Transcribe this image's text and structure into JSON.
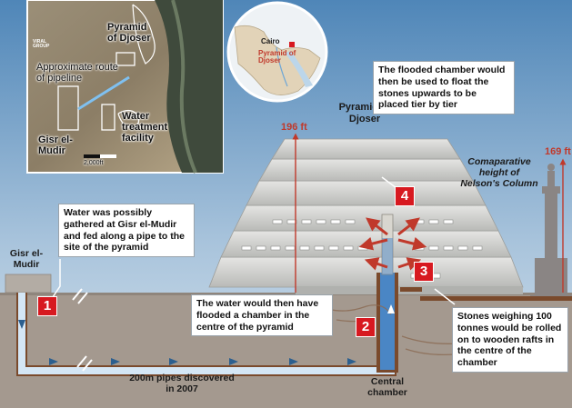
{
  "map": {
    "pyramid_label": "Pyramid of Djoser",
    "pipeline_label": "Approximate route of pipeline",
    "gisr_label": "Gisr el-Mudir",
    "water_label": "Water treatment facility",
    "scale_label": "2,000ft",
    "watermark": "VIRAL GROUP"
  },
  "locator": {
    "cairo_label": "Cairo",
    "pyramid_label": "Pyramid of Djoser"
  },
  "diagram": {
    "pyramid_title": "Pyramid of Djoser",
    "height_pyramid": "196 ft",
    "height_column": "169 ft",
    "column_label": "Comaparative height of Nelson's Column",
    "gisr_label": "Gisr el-Mudir",
    "pipes_label": "200m pipes discovered in 2007",
    "central_label": "Central chamber"
  },
  "callouts": {
    "c1": "Water was possibly gathered at Gisr el-Mudir and fed along a pipe to the site of the pyramid",
    "c2": "The water would then have flooded a chamber in the centre of the pyramid",
    "c3": "Stones weighing 100 tonnes would be rolled on to wooden rafts in the centre of the chamber",
    "c4": "The flooded chamber would then be used to float the stones upwards to be placed tier by tier"
  },
  "steps": {
    "s1": "1",
    "s2": "2",
    "s3": "3",
    "s4": "4"
  },
  "colors": {
    "water": "#4a86c5",
    "badge": "#d71920",
    "sky_top": "#4f86b8",
    "sky_bottom": "#cfdde9",
    "ground": "#a4998f"
  }
}
